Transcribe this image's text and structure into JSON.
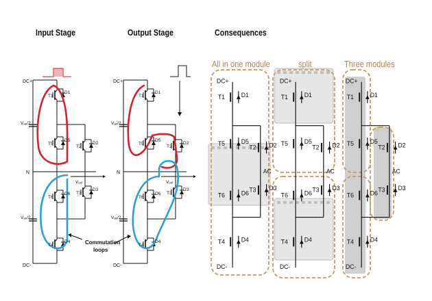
{
  "headings": {
    "input": "Input Stage",
    "output": "Output Stage",
    "consequences": "Consequences"
  },
  "subheadings": {
    "all": "All in one module",
    "split": "split",
    "three": "Three modules"
  },
  "labels": {
    "dc_plus": "DC+",
    "dc_minus": "DC-",
    "neutral": "N",
    "vdc_half": "Vₐₑ/2",
    "vout": "Vₒᵤₜ",
    "ac": "AC",
    "commutation": "Commutation loops"
  },
  "switches": {
    "left_column": [
      "T1",
      "T5",
      "T6",
      "T4"
    ],
    "left_diodes": [
      "D1",
      "D5",
      "D6",
      "D4"
    ],
    "right_column": [
      "T2",
      "T3"
    ],
    "right_diodes": [
      "D2",
      "D3"
    ]
  },
  "colors": {
    "red_loop": "#d8202f",
    "blue_loop": "#2a9fd8",
    "dashed_box": "#c49a62",
    "pulse": "#e04050",
    "module_gray": "#cfcfcf"
  }
}
